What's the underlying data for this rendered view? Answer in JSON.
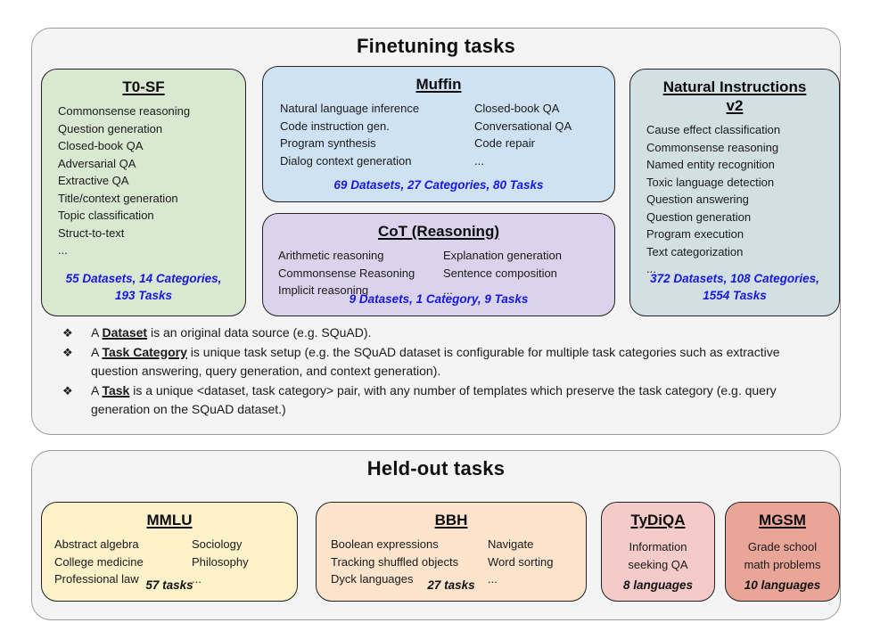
{
  "colors": {
    "panel_bg": "#f4f4f4",
    "panel_border": "#9a9a9a",
    "box_border": "#222222",
    "t0sf_bg": "#d9e8d1",
    "muffin_bg": "#cfe2f3",
    "cot_bg": "#dad3ec",
    "niv2_bg": "#d2e0e3",
    "mmlu_bg": "#fdf1ca",
    "bbh_bg": "#fbe4cb",
    "tydiqa_bg": "#f4cbc8",
    "mgsm_bg": "#e9a698",
    "stats_blue": "#1717e0"
  },
  "finetuning": {
    "title": "Finetuning tasks",
    "bullet_glyph": "❖",
    "boxes": {
      "t0sf": {
        "title": "T0-SF",
        "items": [
          "Commonsense reasoning",
          "Question generation",
          "Closed-book QA",
          "Adversarial QA",
          "Extractive QA",
          "Title/context generation",
          "Topic classification",
          "Struct-to-text",
          "..."
        ],
        "stats": [
          "55 Datasets, 14 Categories,",
          "193 Tasks"
        ]
      },
      "muffin": {
        "title": "Muffin",
        "left_items": [
          "Natural language inference",
          "Code instruction gen.",
          "Program synthesis",
          "Dialog context generation"
        ],
        "right_items": [
          "Closed-book QA",
          "Conversational QA",
          "Code repair",
          "..."
        ],
        "stats": [
          "69 Datasets, 27 Categories, 80 Tasks"
        ]
      },
      "cot": {
        "title": "CoT (Reasoning)",
        "left_items": [
          "Arithmetic reasoning",
          "Commonsense Reasoning",
          "Implicit reasoning"
        ],
        "right_items": [
          "Explanation generation",
          "Sentence composition",
          "..."
        ],
        "stats": [
          "9 Datasets, 1 Category, 9 Tasks"
        ]
      },
      "niv2": {
        "title": "Natural Instructions v2",
        "items": [
          "Cause effect classification",
          "Commonsense reasoning",
          "Named entity recognition",
          "Toxic language detection",
          "Question answering",
          "Question generation",
          "Program execution",
          "Text categorization",
          "..."
        ],
        "stats": [
          "372 Datasets, 108 Categories,",
          "1554 Tasks"
        ]
      }
    },
    "notes": [
      {
        "prefix": "A ",
        "term": "Dataset",
        "rest": " is an original data source (e.g. SQuAD)."
      },
      {
        "prefix": "A ",
        "term": "Task Category",
        "rest": " is unique task setup (e.g. the SQuAD dataset is configurable for multiple task categories such as extractive question answering, query generation, and context generation)."
      },
      {
        "prefix": "A ",
        "term": "Task",
        "rest": " is a unique <dataset, task category> pair, with any number of templates which preserve the task category (e.g. query generation on the SQuAD dataset.)"
      }
    ]
  },
  "heldout": {
    "title": "Held-out tasks",
    "boxes": {
      "mmlu": {
        "title": "MMLU",
        "left_items": [
          "Abstract algebra",
          "College medicine",
          "Professional law"
        ],
        "right_items": [
          "Sociology",
          "Philosophy",
          "..."
        ],
        "stats": "57 tasks"
      },
      "bbh": {
        "title": "BBH",
        "left_items": [
          "Boolean expressions",
          "Tracking shuffled objects",
          "Dyck languages"
        ],
        "right_items": [
          "Navigate",
          "Word sorting",
          "..."
        ],
        "stats": "27 tasks"
      },
      "tydiqa": {
        "title": "TyDiQA",
        "lines": [
          "Information",
          "seeking QA"
        ],
        "stats": "8 languages"
      },
      "mgsm": {
        "title": "MGSM",
        "lines": [
          "Grade school",
          "math problems"
        ],
        "stats": "10 languages"
      }
    }
  }
}
